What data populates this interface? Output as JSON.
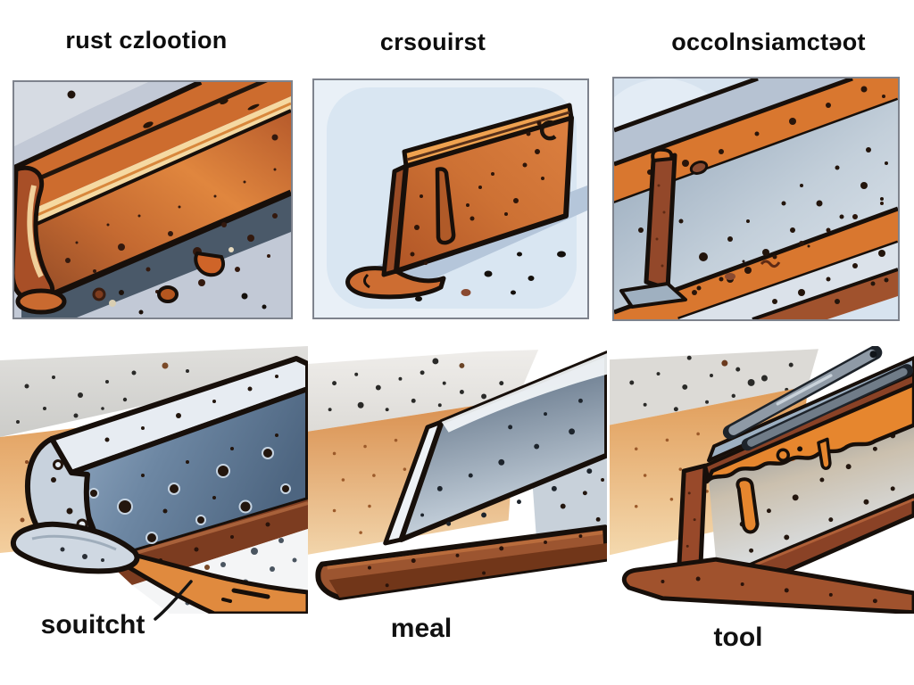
{
  "figure": {
    "type": "illustration-grid",
    "rows": 2,
    "columns": 3,
    "panels": [
      {
        "caption": "rust czlootion",
        "name": "rusty-channel-beam",
        "framed": true
      },
      {
        "caption": "crsouirst",
        "name": "rusted-beam-cross-section",
        "framed": true
      },
      {
        "caption": "occolnsiamctəot",
        "name": "corroded-beam-interior",
        "framed": true
      },
      {
        "label": "souitcht",
        "name": "scraper-on-pitted-beam",
        "framed": false
      },
      {
        "label": "meal",
        "name": "bare-metal-blade",
        "framed": false
      },
      {
        "label": "tool",
        "name": "rod-tool-with-rust-drip",
        "framed": false
      }
    ],
    "palette": {
      "rust_orange": "#d9772f",
      "rust_dark": "#8a4526",
      "rust_highlight": "#f5d9a2",
      "steel_blue": "#6d87a3",
      "steel_light": "#d8e0ea",
      "panel_blue_gray": "#c3cad7",
      "panel_light_blue": "#dbe8f3",
      "ground_tan": "#e2a05f",
      "shadow_slate": "#4a5969",
      "outline_ink": "#170f0a",
      "text_color": "#0d0d0d",
      "background": "#ffffff"
    }
  }
}
